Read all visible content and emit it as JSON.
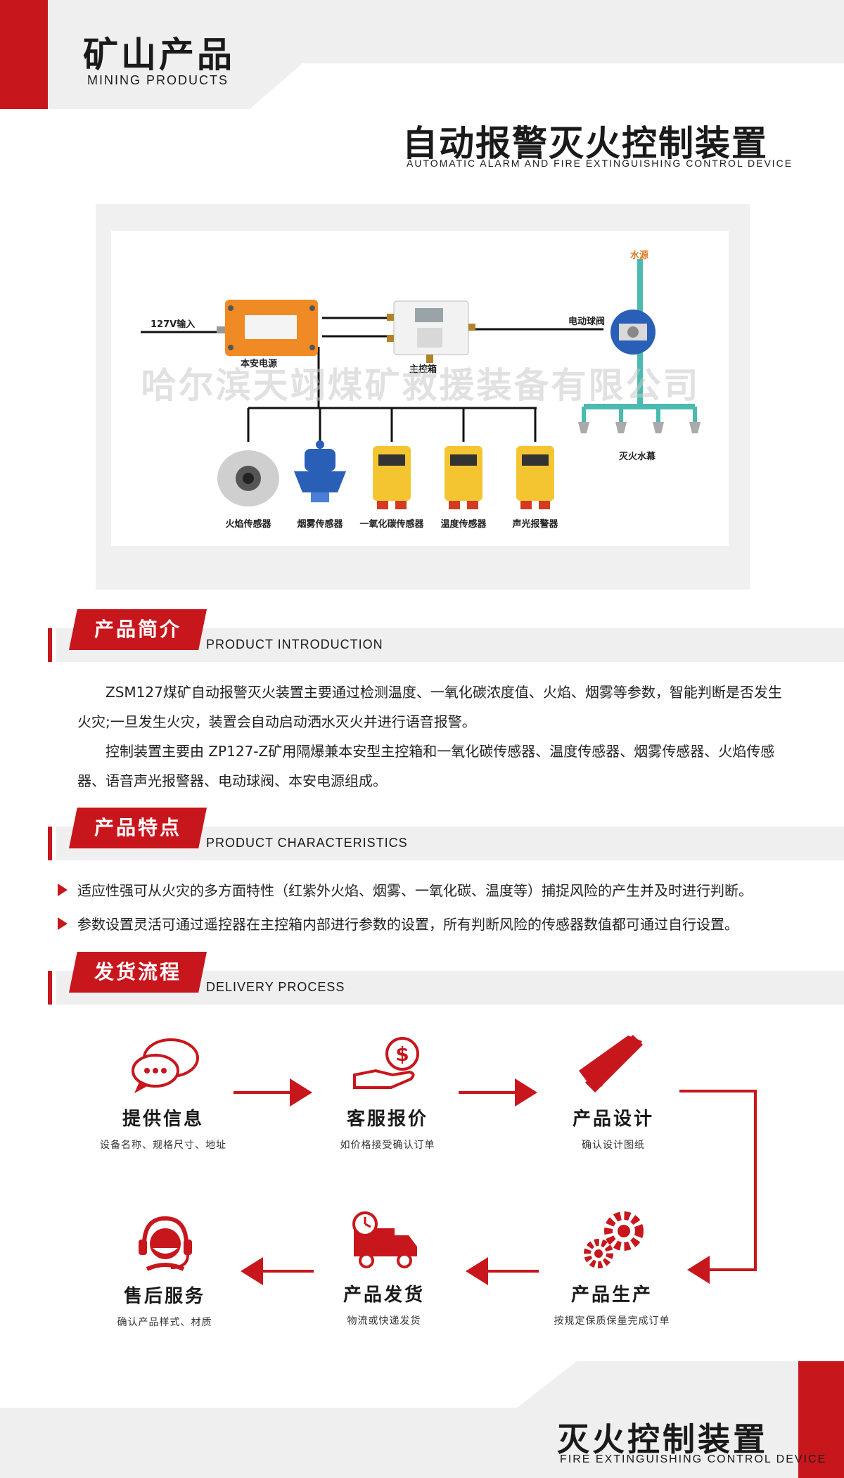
{
  "header": {
    "brand_zh": "矿山产品",
    "brand_en": "MINING PRODUCTS",
    "title_zh": "自动报警灭火控制装置",
    "title_en": "AUTOMATIC ALARM AND FIRE EXTINGUISHING CONTROL DEVICE"
  },
  "diagram": {
    "input_label": "127V输入",
    "power_box_label": "本安电源",
    "controller_label": "主控箱",
    "valve_label": "电动球阀",
    "water_label": "水源",
    "curtain_label": "灭火水幕",
    "watermark": "哈尔滨天翊煤矿救援装备有限公司",
    "sensors": [
      "火焰传感器",
      "烟雾传感器",
      "一氧化碳传感器",
      "温度传感器",
      "声光报警器"
    ],
    "colors": {
      "orange": "#f08a24",
      "teal": "#4bbab0",
      "yellow": "#f5c531",
      "blue": "#2a5fb8"
    }
  },
  "intro": {
    "title": "产品简介",
    "title_en": "PRODUCT INTRODUCTION",
    "p1": "ZSM127煤矿自动报警灭火装置主要通过检测温度、一氧化碳浓度值、火焰、烟雾等参数，智能判断是否发生火灾;一旦发生火灾，装置会自动启动洒水灭火并进行语音报警。",
    "p2": "控制装置主要由 ZP127-Z矿用隔爆兼本安型主控箱和一氧化碳传感器、温度传感器、烟雾传感器、火焰传感器、语音声光报警器、电动球阀、本安电源组成。"
  },
  "features": {
    "title": "产品特点",
    "title_en": "PRODUCT CHARACTERISTICS",
    "items": [
      "适应性强可从火灾的多方面特性（红紫外火焰、烟雾、一氧化碳、温度等）捕捉风险的产生并及时进行判断。",
      "参数设置灵活可通过遥控器在主控箱内部进行参数的设置，所有判断风险的传感器数值都可通过自行设置。"
    ]
  },
  "delivery": {
    "title": "发货流程",
    "title_en": "DELIVERY PROCESS",
    "steps": [
      {
        "title": "提供信息",
        "sub": "设备名称、规格尺寸、地址",
        "icon": "chat-icon"
      },
      {
        "title": "客服报价",
        "sub": "如价格接受确认订单",
        "icon": "dollar-hand-icon"
      },
      {
        "title": "产品设计",
        "sub": "确认设计图纸",
        "icon": "ruler-pencil-icon"
      },
      {
        "title": "产品生产",
        "sub": "按规定保质保量完成订单",
        "icon": "gears-icon"
      },
      {
        "title": "产品发货",
        "sub": "物流或快递发货",
        "icon": "truck-icon"
      },
      {
        "title": "售后服务",
        "sub": "确认产品样式、材质",
        "icon": "headset-icon"
      }
    ],
    "accent": "#c8161d"
  },
  "footer": {
    "title_zh": "灭火控制装置",
    "title_en": "FIRE EXTINGUISHING CONTROL DEVICE"
  }
}
